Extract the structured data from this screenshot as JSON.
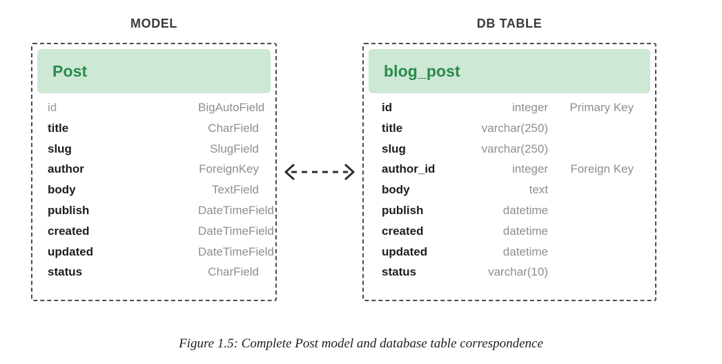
{
  "headings": {
    "model": "MODEL",
    "db_table": "DB TABLE"
  },
  "colors": {
    "header_band": "#cde8d5",
    "header_text": "#2b8a4a",
    "box_border": "#4a4a4a",
    "field_name": "#1d1d1d",
    "field_type": "#8e8e8e",
    "muted_field_name": "#9b9b9b"
  },
  "model": {
    "title": "Post",
    "fields": [
      {
        "name": "id",
        "type": "BigAutoField",
        "muted": true
      },
      {
        "name": "title",
        "type": "CharField",
        "muted": false
      },
      {
        "name": "slug",
        "type": "SlugField",
        "muted": false
      },
      {
        "name": "author",
        "type": "ForeignKey",
        "muted": false
      },
      {
        "name": "body",
        "type": "TextField",
        "muted": false
      },
      {
        "name": "publish",
        "type": "DateTimeField",
        "muted": false
      },
      {
        "name": "created",
        "type": "DateTimeField",
        "muted": false
      },
      {
        "name": "updated",
        "type": "DateTimeField",
        "muted": false
      },
      {
        "name": "status",
        "type": "CharField",
        "muted": false
      }
    ]
  },
  "db_table": {
    "title": "blog_post",
    "fields": [
      {
        "name": "id",
        "type": "integer",
        "extra": "Primary Key"
      },
      {
        "name": "title",
        "type": "varchar(250)",
        "extra": ""
      },
      {
        "name": "slug",
        "type": "varchar(250)",
        "extra": ""
      },
      {
        "name": "author_id",
        "type": "integer",
        "extra": "Foreign Key"
      },
      {
        "name": "body",
        "type": "text",
        "extra": ""
      },
      {
        "name": "publish",
        "type": "datetime",
        "extra": ""
      },
      {
        "name": "created",
        "type": "datetime",
        "extra": ""
      },
      {
        "name": "updated",
        "type": "datetime",
        "extra": ""
      },
      {
        "name": "status",
        "type": "varchar(10)",
        "extra": ""
      }
    ]
  },
  "connector": {
    "icon": "double-headed-dashed-arrow",
    "style": "dashed",
    "heads": "both"
  },
  "caption": "Figure 1.5: Complete Post model and database table correspondence"
}
